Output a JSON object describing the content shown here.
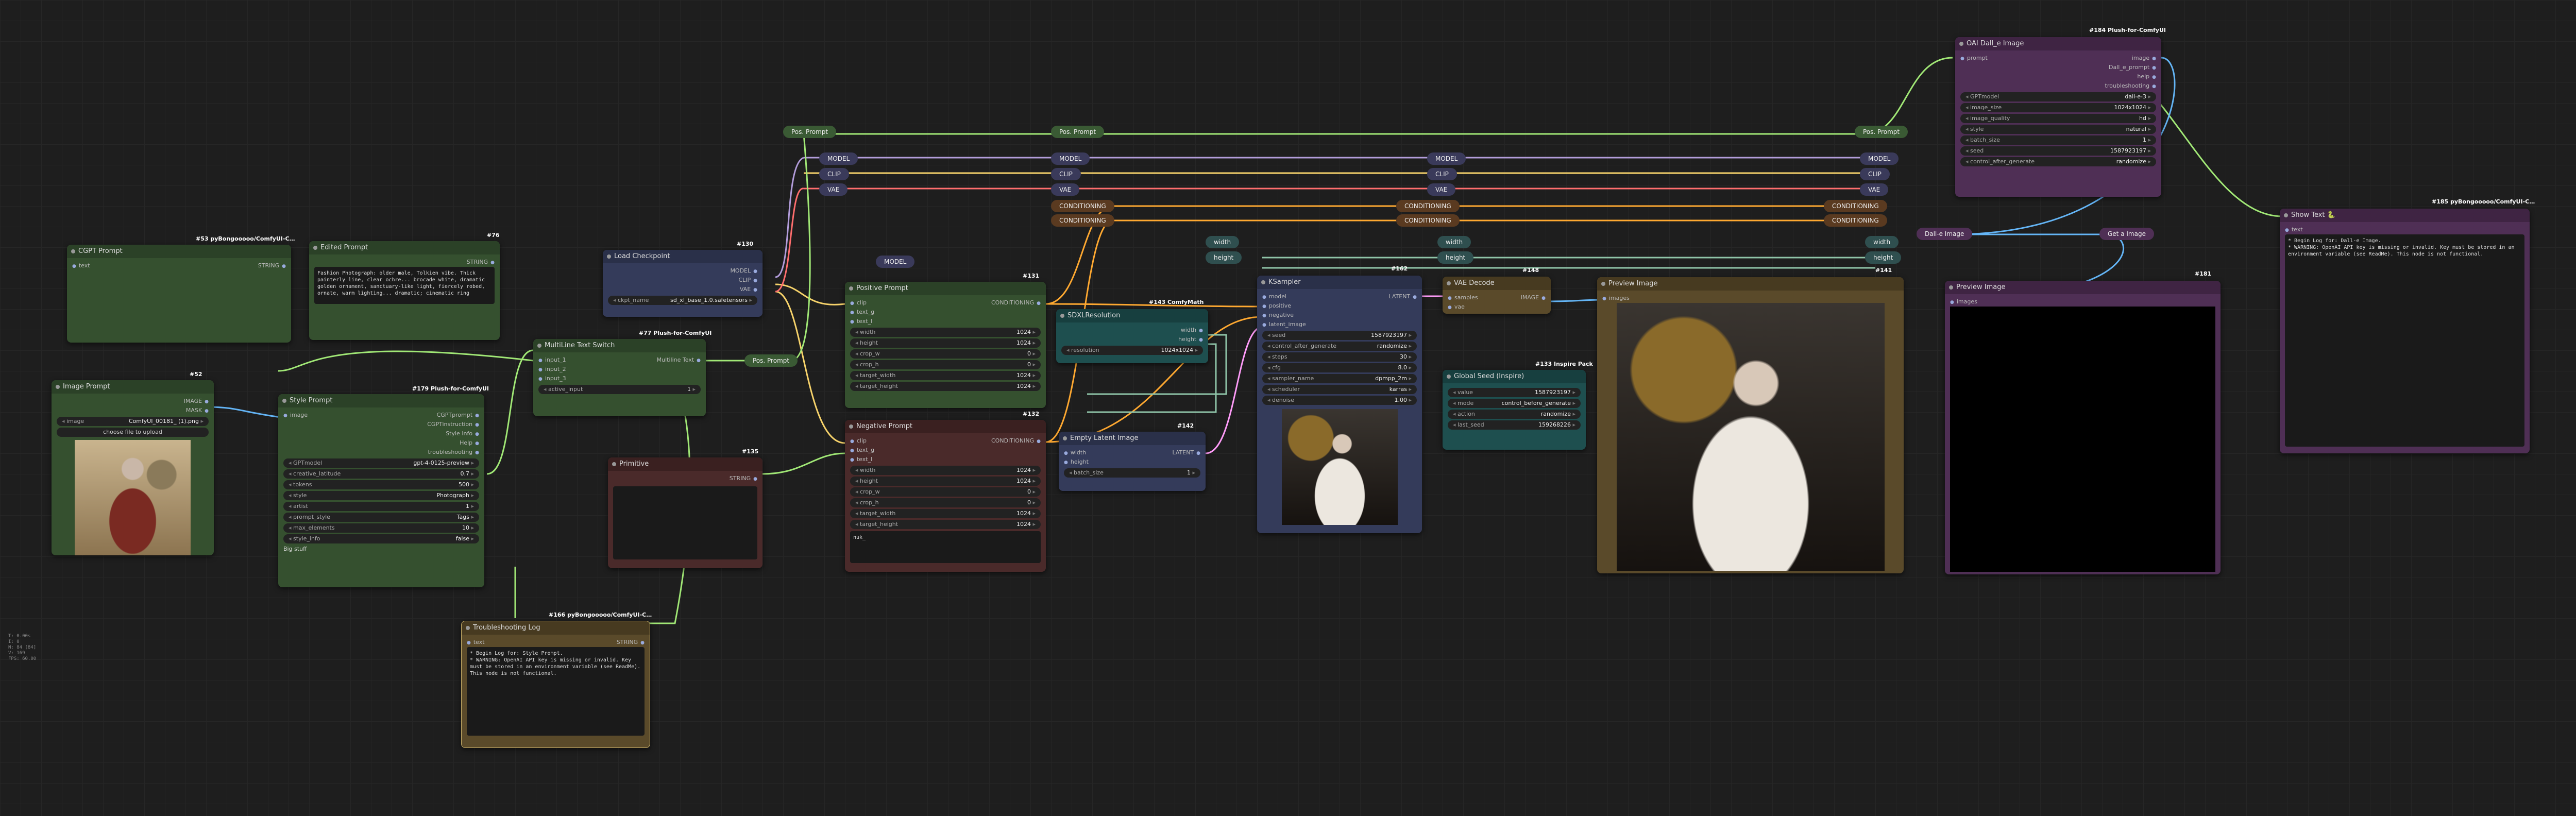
{
  "stats": {
    "lines": [
      "T: 0.00s",
      "I: 0",
      "N: 84 [84]",
      "V: 169",
      "FPS: 60.00"
    ]
  },
  "nodes": {
    "cgpt_prompt": {
      "badge": "#53 pyBongooooo/ComfyUI-C…",
      "title": "CGPT Prompt",
      "input": "text",
      "output": "STRING"
    },
    "edited_prompt": {
      "badge": "#76",
      "title": "Edited Prompt",
      "output": "STRING",
      "text": "Fashion Photograph: older male, Tolkien vibe. Thick painterly line, clear ochre... brocade white, dramatic golden ornament, sanctuary-like light, fiercely robed, ornate, warm lighting... dramatic; cinematic ring"
    },
    "image_prompt": {
      "badge": "#52",
      "title": "Image Prompt",
      "outputs": [
        "IMAGE",
        "MASK"
      ],
      "image_label": "image",
      "image_value": "ComfyUI_00181_ (1).png",
      "upload": "choose file to upload"
    },
    "style_prompt": {
      "badge": "#179 Plush-for-ComfyUI",
      "title": "Style Prompt",
      "input": "image",
      "outputs": [
        "CGPTprompt",
        "CGPTinstruction",
        "Style Info",
        "Help",
        "troubleshooting"
      ],
      "widgets": [
        [
          "GPTmodel",
          "gpt-4-0125-preview"
        ],
        [
          "creative_latitude",
          "0.7"
        ],
        [
          "tokens",
          "500"
        ],
        [
          "style",
          "Photograph"
        ],
        [
          "artist",
          "1"
        ],
        [
          "prompt_style",
          "Tags"
        ],
        [
          "max_elements",
          "10"
        ],
        [
          "style_info",
          "false"
        ]
      ],
      "footer": "Big stuff"
    },
    "multiline": {
      "badge": "#77 Plush-for-ComfyUI",
      "title": "MultiLine Text Switch",
      "inputs": [
        "input_1",
        "input_2",
        "input_3"
      ],
      "output": "Multiline Text",
      "widget": [
        "active_input",
        "1"
      ]
    },
    "load_checkpoint": {
      "badge": "#130",
      "title": "Load Checkpoint",
      "outputs": [
        "MODEL",
        "CLIP",
        "VAE"
      ],
      "widget": [
        "ckpt_name",
        "sd_xl_base_1.0.safetensors"
      ]
    },
    "primitive": {
      "badge": "#135",
      "title": "Primitive",
      "output": "STRING"
    },
    "troubleshooting": {
      "badge": "#166 pyBongooooo/ComfyUI-C…",
      "title": "Troubleshooting Log",
      "input": "text",
      "output": "STRING",
      "text": "* Begin Log for: Style Prompt.\n* WARNING: OpenAI API key is missing or invalid. Key must be stored in an environment variable (see ReadMe). This node is not functional."
    },
    "positive": {
      "badge": "#131",
      "title": "Positive Prompt",
      "inputs": [
        "clip",
        "text_g",
        "text_l"
      ],
      "output": "CONDITIONING",
      "widgets": [
        [
          "width",
          "1024"
        ],
        [
          "height",
          "1024"
        ],
        [
          "crop_w",
          "0"
        ],
        [
          "crop_h",
          "0"
        ],
        [
          "target_width",
          "1024"
        ],
        [
          "target_height",
          "1024"
        ]
      ]
    },
    "negative": {
      "badge": "#132",
      "title": "Negative Prompt",
      "inputs": [
        "clip",
        "text_g",
        "text_l"
      ],
      "output": "CONDITIONING",
      "widgets": [
        [
          "width",
          "1024"
        ],
        [
          "height",
          "1024"
        ],
        [
          "crop_w",
          "0"
        ],
        [
          "crop_h",
          "0"
        ],
        [
          "target_width",
          "1024"
        ],
        [
          "target_height",
          "1024"
        ]
      ],
      "text": "nuk_"
    },
    "sdxl_res": {
      "badge": "#143 ComfyMath",
      "title": "SDXLResolution",
      "outputs": [
        "width",
        "height"
      ],
      "widget": [
        "resolution",
        "1024x1024"
      ]
    },
    "empty_latent": {
      "badge": "#142",
      "title": "Empty Latent Image",
      "inputs": [
        "width",
        "height"
      ],
      "output": "LATENT",
      "widget": [
        "batch_size",
        "1"
      ]
    },
    "ksampler": {
      "badge": "#162",
      "title": "KSampler",
      "inputs": [
        "model",
        "positive",
        "negative",
        "latent_image"
      ],
      "output": "LATENT",
      "widgets": [
        [
          "seed",
          "1587923197"
        ],
        [
          "control_after_generate",
          "randomize"
        ],
        [
          "steps",
          "30"
        ],
        [
          "cfg",
          "8.0"
        ],
        [
          "sampler_name",
          "dpmpp_2m"
        ],
        [
          "scheduler",
          "karras"
        ],
        [
          "denoise",
          "1.00"
        ]
      ]
    },
    "vae_decode": {
      "badge": "#148",
      "title": "VAE Decode",
      "inputs": [
        "samples",
        "vae"
      ],
      "output": "IMAGE"
    },
    "global_seed": {
      "badge": "#133 Inspire Pack",
      "title": "Global Seed (Inspire)",
      "widgets": [
        [
          "value",
          "1587923197"
        ],
        [
          "mode",
          "control_before_generate"
        ],
        [
          "action",
          "randomize"
        ],
        [
          "last_seed",
          "159268226"
        ]
      ]
    },
    "preview1": {
      "badge": "#141",
      "title": "Preview Image",
      "input": "images"
    },
    "oai_dalle": {
      "badge": "#184 Plush-for-ComfyUI",
      "title": "OAI Dall_e Image",
      "input": "prompt",
      "outputs": [
        "image",
        "Dall_e_prompt",
        "help",
        "troubleshooting"
      ],
      "widgets": [
        [
          "GPTmodel",
          "dall-e-3"
        ],
        [
          "image_size",
          "1024x1024"
        ],
        [
          "image_quality",
          "hd"
        ],
        [
          "style",
          "natural"
        ],
        [
          "batch_size",
          "1"
        ],
        [
          "seed",
          "1587923197"
        ],
        [
          "control_after_generate",
          "randomize"
        ]
      ]
    },
    "preview2": {
      "badge": "#181",
      "title": "Preview Image",
      "input": "images"
    },
    "show_text": {
      "badge": "#185 pyBongooooo/ComfyUI-C…",
      "title": "Show Text 🐍",
      "input": "text",
      "text": "* Begin Log for: Dall-e Image.\n* WARNING: OpenAI API key is missing or invalid. Key must be stored in an environment variable (see ReadMe). This node is not functional."
    }
  },
  "reroutes": {
    "pos1": "Pos. Prompt",
    "pos2": "Pos. Prompt",
    "pos3": "Pos. Prompt",
    "pos4": "Pos. Prompt",
    "pos5": "Pos. Prompt",
    "model": "MODEL",
    "clip": "CLIP",
    "vae": "VAE",
    "cond": "CONDITIONING",
    "width": "width",
    "height": "height",
    "dalle": "Dall-e Image",
    "gpt": "Get a Image"
  },
  "colors": {
    "model": "#b39ddb",
    "clip": "#f7d36b",
    "vae": "#ff6e6e",
    "cond": "#ffa931",
    "image": "#64b5f6",
    "latent": "#ff9cf9",
    "string": "#a1e876",
    "int": "#8fc4a8"
  }
}
